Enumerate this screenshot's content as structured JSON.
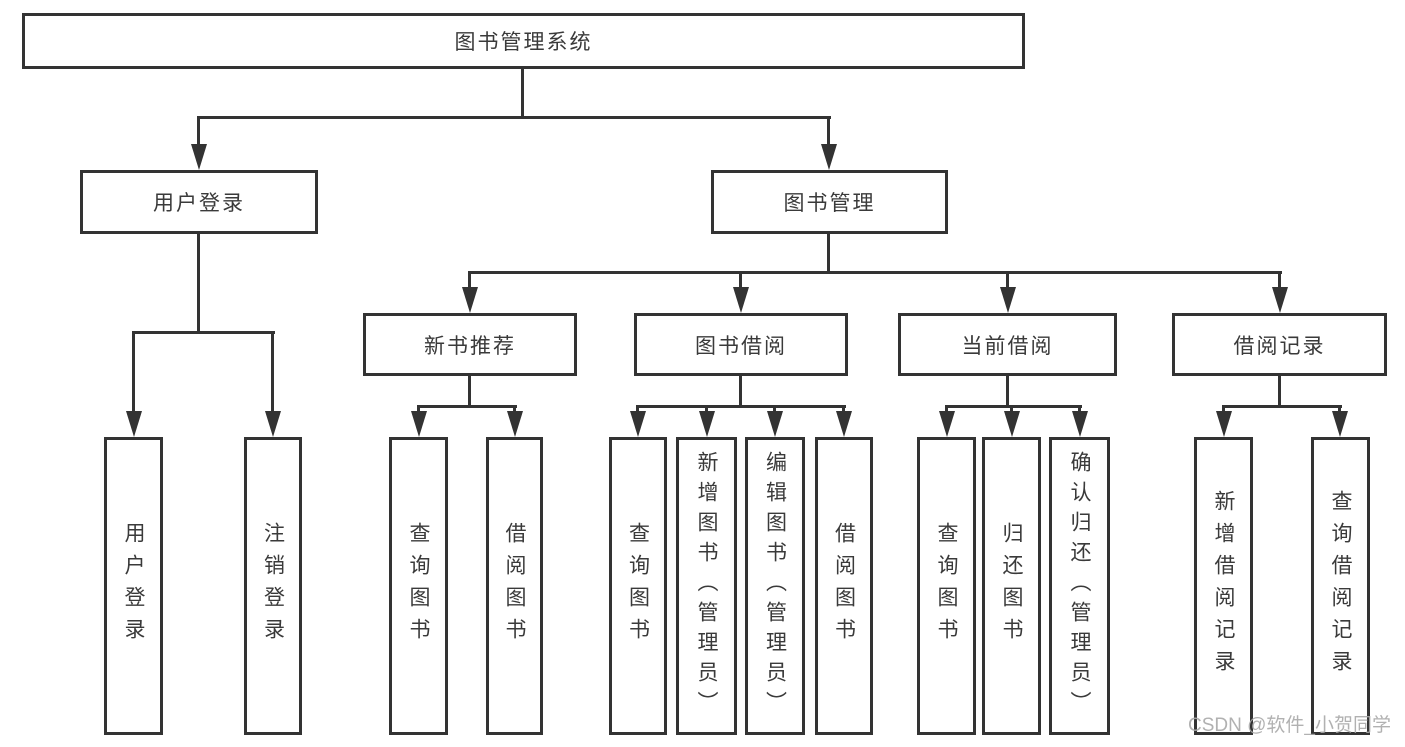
{
  "diagram": {
    "title": "图书管理系统",
    "colors": {
      "line": "#333333",
      "text": "#3a3a3a",
      "background": "#ffffff",
      "watermark": "#a8a8a8"
    },
    "root": {
      "label": "图书管理系统"
    },
    "level2": [
      {
        "label": "用户登录"
      },
      {
        "label": "图书管理"
      }
    ],
    "level3": [
      {
        "label": "新书推荐"
      },
      {
        "label": "图书借阅"
      },
      {
        "label": "当前借阅"
      },
      {
        "label": "借阅记录"
      }
    ],
    "leaves": {
      "user_login": [
        "用户登录",
        "注销登录"
      ],
      "new_book": [
        "查询图书",
        "借阅图书"
      ],
      "book_borrow": [
        "查询图书",
        "新增图书（管理员）",
        "编辑图书（管理员）",
        "借阅图书"
      ],
      "current_borrow": [
        "查询图书",
        "归还图书",
        "确认归还（管理员）"
      ],
      "borrow_records": [
        "新增借阅记录",
        "查询借阅记录"
      ]
    },
    "watermark": "CSDN @软件_小贺同学"
  }
}
